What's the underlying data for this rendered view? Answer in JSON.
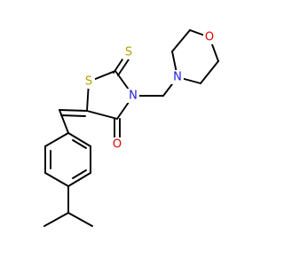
{
  "molecule": {
    "atoms": {
      "s_ring": "S",
      "s_thione": "S",
      "n_ring": "N",
      "n_morpholine": "N",
      "o_morpholine": "O",
      "o_carbonyl": "O"
    },
    "colors": {
      "bond": "#000000",
      "sulfur": "#b3a100",
      "nitrogen": "#1f1fd6",
      "oxygen": "#e00000"
    }
  }
}
